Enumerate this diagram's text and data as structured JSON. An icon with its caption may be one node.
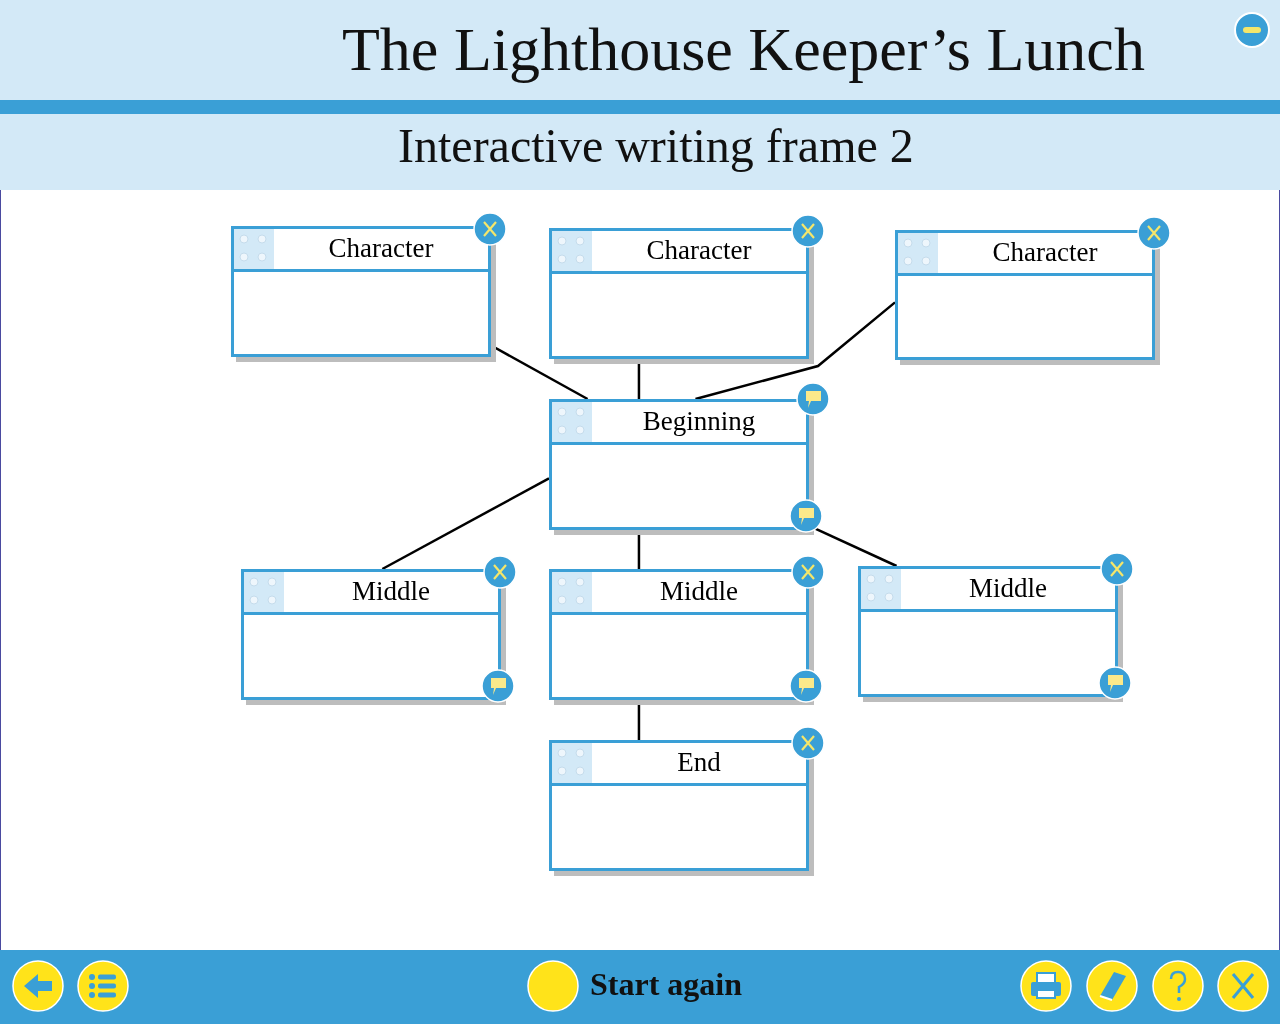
{
  "diagram": {
    "nodes": [
      {
        "text": [
          "Character"
        ]
      },
      {
        "text": [
          "Character"
        ]
      },
      {
        "text": [
          "Character"
        ]
      },
      {
        "text": [
          "Beginning"
        ]
      },
      {
        "text": [
          "Middle"
        ]
      },
      {
        "text": [
          "Middle"
        ]
      },
      {
        "text": [
          "Middle"
        ]
      },
      {
        "text": [
          "End"
        ]
      }
    ],
    "edges": [
      {
        "from": 0,
        "to": 3,
        "arrow": "none"
      },
      {
        "from": 1,
        "to": 3,
        "arrow": "none"
      },
      {
        "from": 2,
        "to": 3,
        "arrow": "none"
      },
      {
        "from": 3,
        "to": 4,
        "arrow": "none"
      },
      {
        "from": 3,
        "to": 5,
        "arrow": "none"
      },
      {
        "from": 3,
        "to": 6,
        "arrow": "none"
      },
      {
        "from": 5,
        "to": 7,
        "arrow": "none"
      }
    ],
    "labels": [
      "The Lighthouse Keeper’s Lunch",
      "Interactive writing frame 2",
      "Start again"
    ]
  }
}
